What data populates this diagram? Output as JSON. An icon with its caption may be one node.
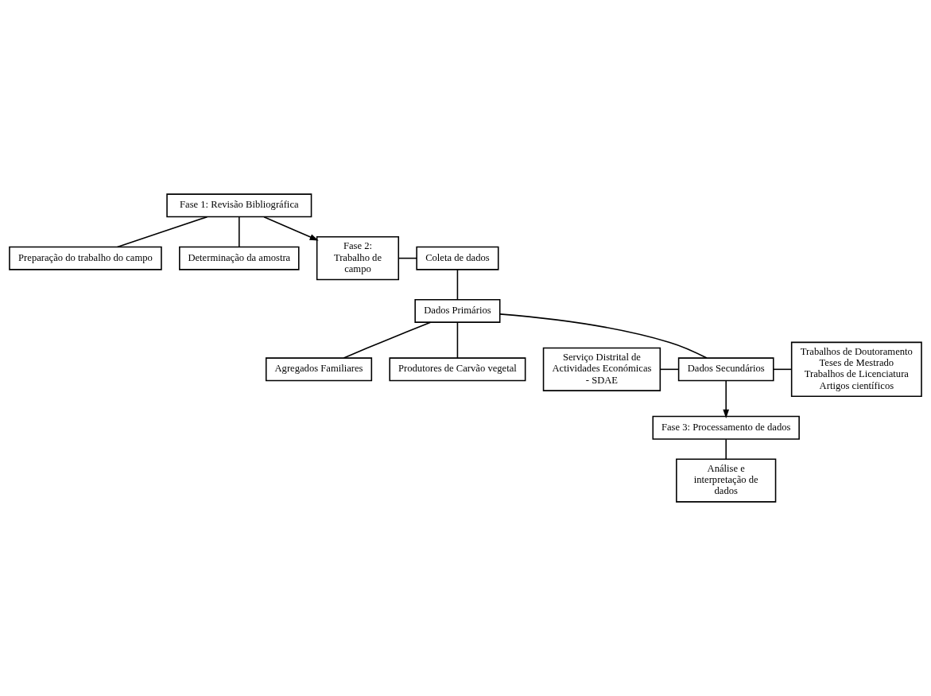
{
  "diagram": {
    "nodes": [
      {
        "text": [
          "Fase 1: Revisão Bibliográfica"
        ]
      },
      {
        "text": [
          "Preparação do trabalho do campo"
        ]
      },
      {
        "text": [
          "Determinação da amostra"
        ]
      },
      {
        "text": [
          "Fase 2: Trabalho de campo"
        ]
      },
      {
        "text": [
          "Coleta de dados"
        ]
      },
      {
        "text": [
          "Dados Primários"
        ]
      },
      {
        "text": [
          "Agregados Familiares"
        ]
      },
      {
        "text": [
          "Produtores de Carvão vegetal"
        ]
      },
      {
        "text": [
          "Serviço Distrital de Actividades Económicas - SDAE"
        ]
      },
      {
        "text": [
          "Dados Secundários"
        ]
      },
      {
        "text": [
          "Trabalhos de Doutoramento",
          "Teses de Mestrado",
          "Trabalhos de Licenciatura",
          "Artigos científicos"
        ]
      },
      {
        "text": [
          "Fase 3: Processamento de dados"
        ]
      },
      {
        "text": [
          "Análise e interpretação de dados"
        ]
      }
    ],
    "edges": [
      {
        "from": 0,
        "to": 1,
        "arrow": "none"
      },
      {
        "from": 0,
        "to": 2,
        "arrow": "none"
      },
      {
        "from": 0,
        "to": 3,
        "arrow": "to"
      },
      {
        "from": 3,
        "to": 4,
        "arrow": "none"
      },
      {
        "from": 4,
        "to": 5,
        "arrow": "none"
      },
      {
        "from": 5,
        "to": 6,
        "arrow": "none"
      },
      {
        "from": 5,
        "to": 7,
        "arrow": "none"
      },
      {
        "from": 5,
        "to": 9,
        "arrow": "none"
      },
      {
        "from": 8,
        "to": 9,
        "arrow": "none"
      },
      {
        "from": 9,
        "to": 10,
        "arrow": "none"
      },
      {
        "from": 9,
        "to": 11,
        "arrow": "to"
      },
      {
        "from": 11,
        "to": 12,
        "arrow": "none"
      }
    ]
  }
}
